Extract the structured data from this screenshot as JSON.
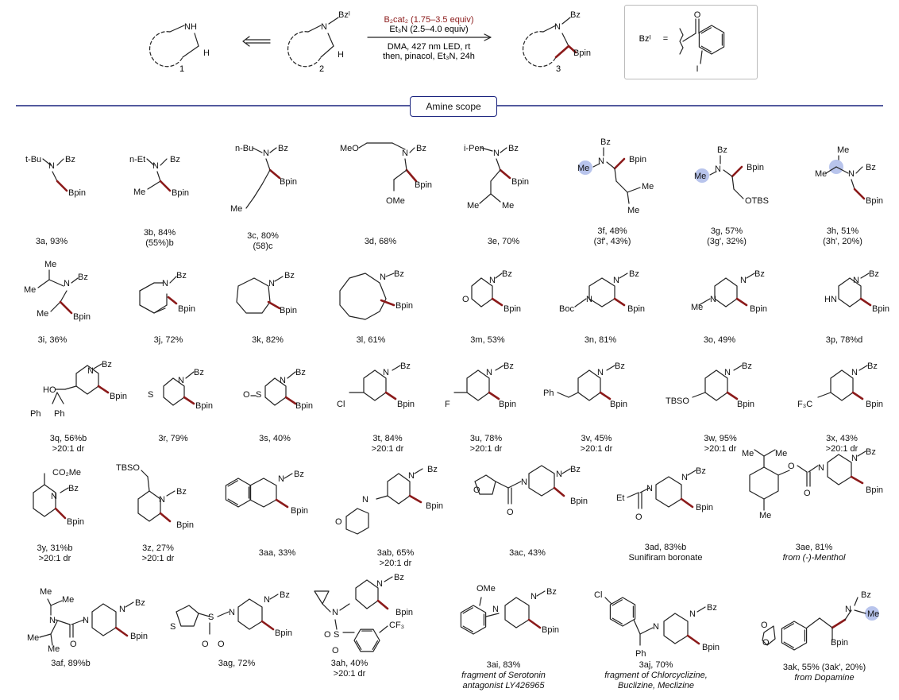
{
  "header": {
    "cmpd1": "1",
    "cmpd2": "2",
    "cmpd3": "3",
    "reagent1": "B₂cat₂ (1.75–3.5 equiv)",
    "reagent2": "Et₃N (2.5–4.0 equiv)",
    "cond1": "DMA, 427 nm LED, rt",
    "cond2": "then, pinacol, Et₃N, 24h",
    "def_lhs": "Bzᴵ",
    "def_eq": "=",
    "def_I": "I"
  },
  "scope_label": "Amine scope",
  "atoms": {
    "N": "N",
    "Bz": "Bz",
    "BzI": "Bzᴵ",
    "H": "H",
    "NH": "NH",
    "HN": "HN",
    "Bpin": "Bpin",
    "Me": "Me",
    "O": "O",
    "S": "S",
    "Cl": "Cl",
    "F": "F",
    "Ph": "Ph",
    "Et": "Et",
    "HO": "HO",
    "Boc": "Boc",
    "OMe": "OMe",
    "MeO": "MeO",
    "tBu": "t-Bu",
    "nEt": "n-Et",
    "nBu": "n-Bu",
    "iPen": "i-Pen",
    "OTBS": "OTBS",
    "TBSO": "TBSO",
    "F3C": "F₃C",
    "CF3": "CF₃",
    "CO2Me": "CO₂Me"
  },
  "compounds": [
    {
      "id": "3a",
      "lines": [
        "3a, 93%"
      ]
    },
    {
      "id": "3b",
      "lines": [
        "3b, 84%",
        "(55%)b"
      ]
    },
    {
      "id": "3c",
      "lines": [
        "3c, 80%",
        "(58)c"
      ]
    },
    {
      "id": "3d",
      "lines": [
        "3d, 68%"
      ]
    },
    {
      "id": "3e",
      "lines": [
        "3e, 70%"
      ]
    },
    {
      "id": "3f",
      "lines": [
        "3f, 48%",
        "(3f', 43%)"
      ]
    },
    {
      "id": "3g",
      "lines": [
        "3g, 57%",
        "(3g', 32%)"
      ]
    },
    {
      "id": "3h",
      "lines": [
        "3h, 51%",
        "(3h', 20%)"
      ]
    },
    {
      "id": "3i",
      "lines": [
        "3i, 36%"
      ]
    },
    {
      "id": "3j",
      "lines": [
        "3j, 72%"
      ]
    },
    {
      "id": "3k",
      "lines": [
        "3k, 82%"
      ]
    },
    {
      "id": "3l",
      "lines": [
        "3l, 61%"
      ]
    },
    {
      "id": "3m",
      "lines": [
        "3m, 53%"
      ]
    },
    {
      "id": "3n",
      "lines": [
        "3n, 81%"
      ]
    },
    {
      "id": "3o",
      "lines": [
        "3o, 49%"
      ]
    },
    {
      "id": "3p",
      "lines": [
        "3p, 78%d"
      ]
    },
    {
      "id": "3q",
      "lines": [
        "3q, 56%b",
        ">20:1 dr"
      ]
    },
    {
      "id": "3r",
      "lines": [
        "3r, 79%"
      ]
    },
    {
      "id": "3s",
      "lines": [
        "3s, 40%"
      ]
    },
    {
      "id": "3t",
      "lines": [
        "3t, 84%",
        ">20:1 dr"
      ]
    },
    {
      "id": "3u",
      "lines": [
        "3u, 78%",
        ">20:1 dr"
      ]
    },
    {
      "id": "3v",
      "lines": [
        "3v, 45%",
        ">20:1 dr"
      ]
    },
    {
      "id": "3w",
      "lines": [
        "3w, 95%",
        ">20:1 dr"
      ]
    },
    {
      "id": "3x",
      "lines": [
        "3x, 43%",
        ">20:1 dr"
      ]
    },
    {
      "id": "3y",
      "lines": [
        "3y, 31%b",
        ">20:1 dr"
      ]
    },
    {
      "id": "3z",
      "lines": [
        "3z, 27%",
        ">20:1 dr"
      ]
    },
    {
      "id": "3aa",
      "lines": [
        "3aa, 33%"
      ]
    },
    {
      "id": "3ab",
      "lines": [
        "3ab, 65%",
        ">20:1 dr"
      ]
    },
    {
      "id": "3ac",
      "lines": [
        "3ac, 43%"
      ]
    },
    {
      "id": "3ad",
      "lines": [
        "3ad, 83%b",
        "Sunifiram boronate"
      ]
    },
    {
      "id": "3ae",
      "lines": [
        "3ae, 81%",
        "from (-)-Menthol"
      ]
    },
    {
      "id": "3af",
      "lines": [
        "3af, 89%b"
      ]
    },
    {
      "id": "3ag",
      "lines": [
        "3ag, 72%"
      ]
    },
    {
      "id": "3ah",
      "lines": [
        "3ah, 40%",
        ">20:1 dr"
      ]
    },
    {
      "id": "3ai",
      "lines": [
        "3ai, 83%",
        "fragment of Serotonin",
        "antagonist LY426965"
      ]
    },
    {
      "id": "3aj",
      "lines": [
        "3aj, 70%",
        "fragment of  Chlorcyclizine,",
        "Buclizine, Meclizine"
      ]
    },
    {
      "id": "3ak",
      "lines": [
        "3ak, 55% (3ak', 20%)",
        "from Dopamine"
      ]
    }
  ],
  "colors": {
    "rule": "#1a237e",
    "bond_red": "#8b1a1a",
    "highlight": "#b8c4ec"
  }
}
